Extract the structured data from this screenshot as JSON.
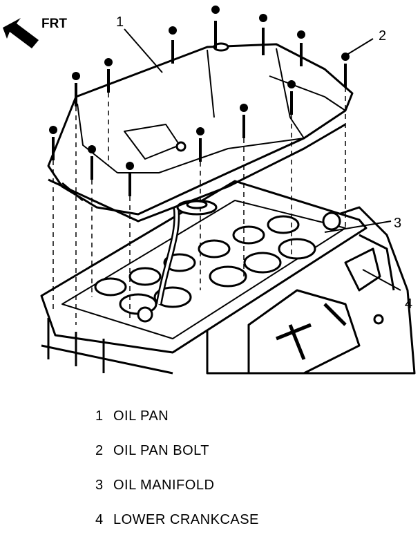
{
  "diagram": {
    "direction_label": "FRT",
    "callouts": [
      "1",
      "2",
      "3",
      "4"
    ]
  },
  "legend": [
    {
      "number": "1",
      "label": "OIL PAN"
    },
    {
      "number": "2",
      "label": "OIL PAN BOLT"
    },
    {
      "number": "3",
      "label": "OIL MANIFOLD"
    },
    {
      "number": "4",
      "label": "LOWER CRANKCASE"
    }
  ],
  "colors": {
    "ink": "#000000",
    "paper": "#ffffff"
  }
}
